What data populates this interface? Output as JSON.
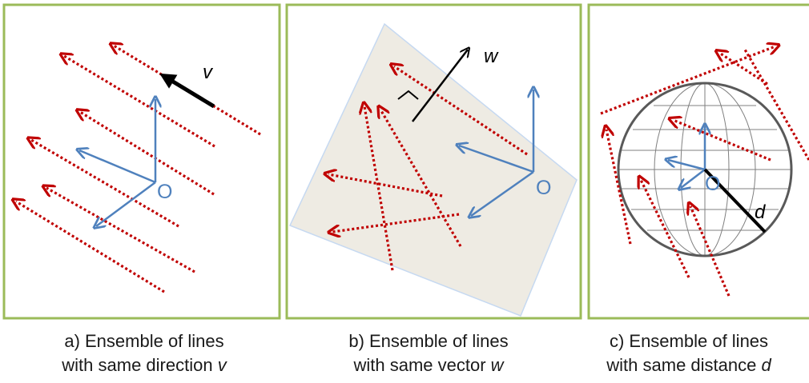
{
  "panels": [
    {
      "id": "a",
      "origin_label": "O",
      "vector_label": "v",
      "caption_line1": "a) Ensemble of lines",
      "caption_line2_prefix": "with same direction ",
      "caption_var": "v"
    },
    {
      "id": "b",
      "origin_label": "O",
      "vector_label": "w",
      "caption_line1": "b) Ensemble of lines",
      "caption_line2_prefix": "with same vector ",
      "caption_var": "w"
    },
    {
      "id": "c",
      "origin_label": "O",
      "vector_label": "d",
      "caption_line1": "c) Ensemble of lines",
      "caption_line2_prefix": "with same distance ",
      "caption_var": "d"
    }
  ],
  "colors": {
    "panel_border": "#9bbb59",
    "dotted_line": "#c00000",
    "axis": "#4f81bd",
    "vector": "#000000",
    "plane_fill": "#eeebe3",
    "plane_edge": "#c6d9f1",
    "sphere_edge": "#595959",
    "sphere_grid": "#7f7f7f"
  }
}
